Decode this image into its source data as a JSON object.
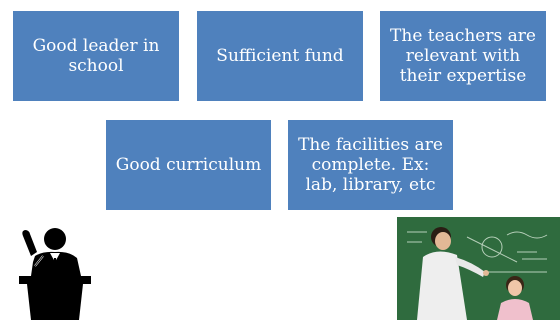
{
  "boxes": {
    "good_leader": "Good leader in school",
    "sufficient_fund": "Sufficient fund",
    "teachers": "The teachers are relevant with their expertise",
    "curriculum": "Good curriculum",
    "facilities": "The facilities are complete. Ex: lab, library, etc"
  },
  "colors": {
    "box_fill": "#4f81bd",
    "box_text": "#ffffff",
    "chalkboard": "#2f6b3e"
  },
  "icons": {
    "speaker": "speaker-at-podium-icon",
    "photo": "teacher-student-chalkboard-photo"
  }
}
